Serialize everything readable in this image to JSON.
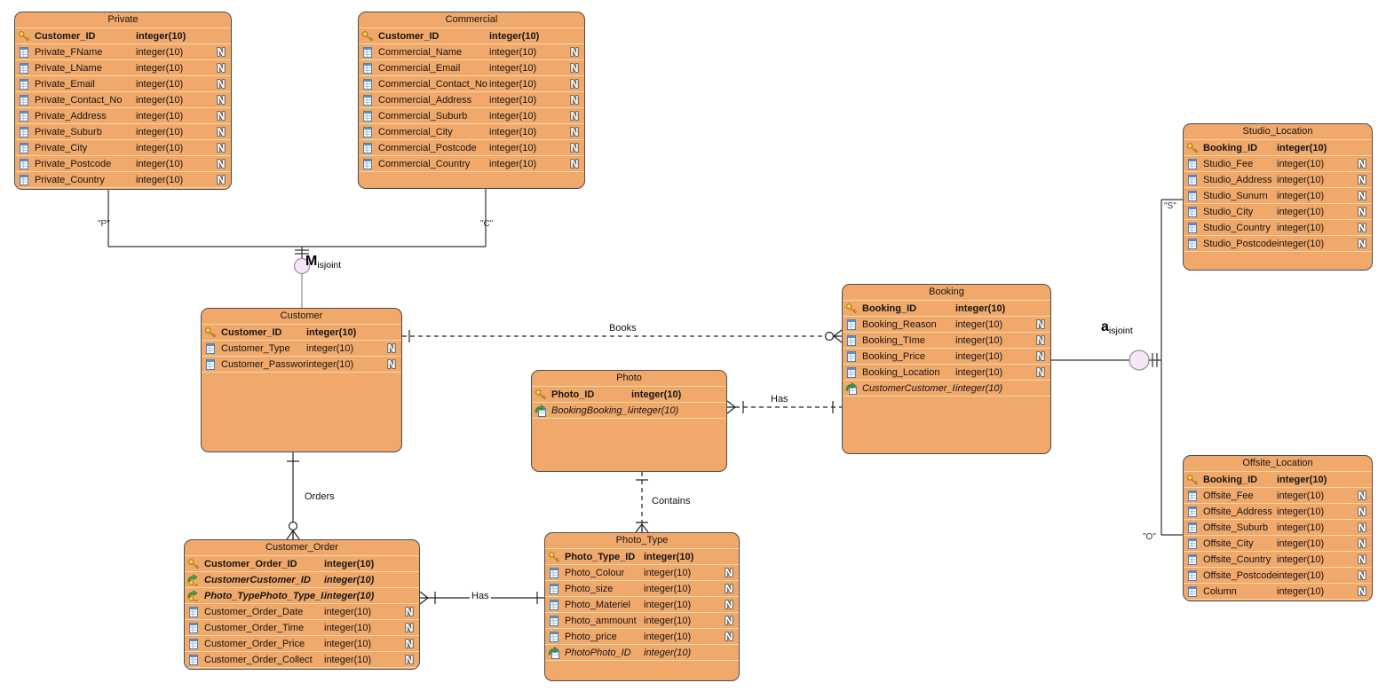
{
  "diagram": {
    "entities": [
      {
        "id": "private",
        "title": "Private",
        "rows": [
          {
            "icon": "key",
            "style": "pk",
            "name": "Customer_ID",
            "type": "integer(10)",
            "nullable": false
          },
          {
            "icon": "column",
            "style": "",
            "name": "Private_FName",
            "type": "integer(10)",
            "nullable": true
          },
          {
            "icon": "column",
            "style": "",
            "name": "Private_LName",
            "type": "integer(10)",
            "nullable": true
          },
          {
            "icon": "column",
            "style": "",
            "name": "Private_Email",
            "type": "integer(10)",
            "nullable": true
          },
          {
            "icon": "column",
            "style": "",
            "name": "Private_Contact_No",
            "type": "integer(10)",
            "nullable": true
          },
          {
            "icon": "column",
            "style": "",
            "name": "Private_Address",
            "type": "integer(10)",
            "nullable": true
          },
          {
            "icon": "column",
            "style": "",
            "name": "Private_Suburb",
            "type": "integer(10)",
            "nullable": true
          },
          {
            "icon": "column",
            "style": "",
            "name": "Private_City",
            "type": "integer(10)",
            "nullable": true
          },
          {
            "icon": "column",
            "style": "",
            "name": "Private_Postcode",
            "type": "integer(10)",
            "nullable": true
          },
          {
            "icon": "column",
            "style": "",
            "name": "Private_Country",
            "type": "integer(10)",
            "nullable": true
          }
        ]
      },
      {
        "id": "commercial",
        "title": "Commercial",
        "rows": [
          {
            "icon": "key",
            "style": "pk",
            "name": "Customer_ID",
            "type": "integer(10)",
            "nullable": false
          },
          {
            "icon": "column",
            "style": "",
            "name": "Commercial_Name",
            "type": "integer(10)",
            "nullable": true
          },
          {
            "icon": "column",
            "style": "",
            "name": "Commercial_Email",
            "type": "integer(10)",
            "nullable": true
          },
          {
            "icon": "column",
            "style": "",
            "name": "Commercial_Contact_No",
            "type": "integer(10)",
            "nullable": true
          },
          {
            "icon": "column",
            "style": "",
            "name": "Commercial_Address",
            "type": "integer(10)",
            "nullable": true
          },
          {
            "icon": "column",
            "style": "",
            "name": "Commercial_Suburb",
            "type": "integer(10)",
            "nullable": true
          },
          {
            "icon": "column",
            "style": "",
            "name": "Commercial_City",
            "type": "integer(10)",
            "nullable": true
          },
          {
            "icon": "column",
            "style": "",
            "name": "Commercial_Postcode",
            "type": "integer(10)",
            "nullable": true
          },
          {
            "icon": "column",
            "style": "",
            "name": "Commercial_Country",
            "type": "integer(10)",
            "nullable": true
          }
        ]
      },
      {
        "id": "studio_location",
        "title": "Studio_Location",
        "rows": [
          {
            "icon": "key",
            "style": "pk",
            "name": "Booking_ID",
            "type": "integer(10)",
            "nullable": false
          },
          {
            "icon": "column",
            "style": "",
            "name": "Studio_Fee",
            "type": "integer(10)",
            "nullable": true
          },
          {
            "icon": "column",
            "style": "",
            "name": "Studio_Address",
            "type": "integer(10)",
            "nullable": true
          },
          {
            "icon": "column",
            "style": "",
            "name": "Studio_Sunurn",
            "type": "integer(10)",
            "nullable": true
          },
          {
            "icon": "column",
            "style": "",
            "name": "Studio_City",
            "type": "integer(10)",
            "nullable": true
          },
          {
            "icon": "column",
            "style": "",
            "name": "Studio_Country",
            "type": "integer(10)",
            "nullable": true
          },
          {
            "icon": "column",
            "style": "",
            "name": "Studio_Postcode",
            "type": "integer(10)",
            "nullable": true
          }
        ]
      },
      {
        "id": "customer",
        "title": "Customer",
        "rows": [
          {
            "icon": "key",
            "style": "pk",
            "name": "Customer_ID",
            "type": "integer(10)",
            "nullable": false
          },
          {
            "icon": "column",
            "style": "",
            "name": "Customer_Type",
            "type": "integer(10)",
            "nullable": true
          },
          {
            "icon": "column",
            "style": "",
            "name": "Customer_Password",
            "type": "integer(10)",
            "nullable": true
          }
        ]
      },
      {
        "id": "booking",
        "title": "Booking",
        "rows": [
          {
            "icon": "key",
            "style": "pk",
            "name": "Booking_ID",
            "type": "integer(10)",
            "nullable": false
          },
          {
            "icon": "column",
            "style": "",
            "name": "Booking_Reason",
            "type": "integer(10)",
            "nullable": true
          },
          {
            "icon": "column",
            "style": "",
            "name": "Booking_TIme",
            "type": "integer(10)",
            "nullable": true
          },
          {
            "icon": "column",
            "style": "",
            "name": "Booking_Price",
            "type": "integer(10)",
            "nullable": true
          },
          {
            "icon": "column",
            "style": "",
            "name": "Booking_Location",
            "type": "integer(10)",
            "nullable": true
          },
          {
            "icon": "fk",
            "style": "fk",
            "name": "CustomerCustomer_ID",
            "type": "integer(10)",
            "nullable": false
          }
        ]
      },
      {
        "id": "photo",
        "title": "Photo",
        "rows": [
          {
            "icon": "key",
            "style": "pk",
            "name": "Photo_ID",
            "type": "integer(10)",
            "nullable": false
          },
          {
            "icon": "fk",
            "style": "fk",
            "name": "BookingBooking_ID",
            "type": "integer(10)",
            "nullable": false
          }
        ]
      },
      {
        "id": "customer_order",
        "title": "Customer_Order",
        "rows": [
          {
            "icon": "key",
            "style": "pk",
            "name": "Customer_Order_ID",
            "type": "integer(10)",
            "nullable": false
          },
          {
            "icon": "fkkey",
            "style": "fkpk",
            "name": "CustomerCustomer_ID",
            "type": "integer(10)",
            "nullable": false
          },
          {
            "icon": "fkkey",
            "style": "fkpk",
            "name": "Photo_TypePhoto_Type_ID",
            "type": "integer(10)",
            "nullable": false
          },
          {
            "icon": "column",
            "style": "",
            "name": "Customer_Order_Date",
            "type": "integer(10)",
            "nullable": true
          },
          {
            "icon": "column",
            "style": "",
            "name": "Customer_Order_Time",
            "type": "integer(10)",
            "nullable": true
          },
          {
            "icon": "column",
            "style": "",
            "name": "Customer_Order_Price",
            "type": "integer(10)",
            "nullable": true
          },
          {
            "icon": "column",
            "style": "",
            "name": "Customer_Order_Collect",
            "type": "integer(10)",
            "nullable": true
          }
        ]
      },
      {
        "id": "photo_type",
        "title": "Photo_Type",
        "rows": [
          {
            "icon": "key",
            "style": "pk",
            "name": "Photo_Type_ID",
            "type": "integer(10)",
            "nullable": false
          },
          {
            "icon": "column",
            "style": "",
            "name": "Photo_Colour",
            "type": "integer(10)",
            "nullable": true
          },
          {
            "icon": "column",
            "style": "",
            "name": "Photo_size",
            "type": "integer(10)",
            "nullable": true
          },
          {
            "icon": "column",
            "style": "",
            "name": "Photo_Materiel",
            "type": "integer(10)",
            "nullable": true
          },
          {
            "icon": "column",
            "style": "",
            "name": "Photo_ammount",
            "type": "integer(10)",
            "nullable": true
          },
          {
            "icon": "column",
            "style": "",
            "name": "Photo_price",
            "type": "integer(10)",
            "nullable": true
          },
          {
            "icon": "fk",
            "style": "fk",
            "name": "PhotoPhoto_ID",
            "type": "integer(10)",
            "nullable": false
          }
        ]
      },
      {
        "id": "offsite_location",
        "title": "Offsite_Location",
        "rows": [
          {
            "icon": "key",
            "style": "pk",
            "name": "Booking_ID",
            "type": "integer(10)",
            "nullable": false
          },
          {
            "icon": "column",
            "style": "",
            "name": "Offsite_Fee",
            "type": "integer(10)",
            "nullable": true
          },
          {
            "icon": "column",
            "style": "",
            "name": "Offsite_Address",
            "type": "integer(10)",
            "nullable": true
          },
          {
            "icon": "column",
            "style": "",
            "name": "Offsite_Suburb",
            "type": "integer(10)",
            "nullable": true
          },
          {
            "icon": "column",
            "style": "",
            "name": "Offsite_City",
            "type": "integer(10)",
            "nullable": true
          },
          {
            "icon": "column",
            "style": "",
            "name": "Offsite_Country",
            "type": "integer(10)",
            "nullable": true
          },
          {
            "icon": "column",
            "style": "",
            "name": "Offsite_Postcode",
            "type": "integer(10)",
            "nullable": true
          },
          {
            "icon": "column",
            "style": "",
            "name": "Column",
            "type": "integer(10)",
            "nullable": true
          }
        ]
      }
    ],
    "relationships": {
      "books": "Books",
      "has_booking_photo": "Has",
      "contains": "Contains",
      "orders": "Orders",
      "has_order_phototype": "Has"
    },
    "subtype_labels": {
      "private_tag": "\"P\"",
      "commercial_tag": "\"C\"",
      "studio_tag": "\"S\"",
      "offsite_tag": "\"O\"",
      "left_disjoint_letter": "M",
      "left_disjoint_word": "isjoint",
      "right_disjoint_letter": "a",
      "right_disjoint_word": "isjoint"
    },
    "colors": {
      "entity_fill": "#f0a86b",
      "entity_border": "#4d4d4d",
      "row_separator": "#f8d8a4",
      "disjoint_circle_fill": "#f6e6f8",
      "line": "#333333"
    }
  }
}
